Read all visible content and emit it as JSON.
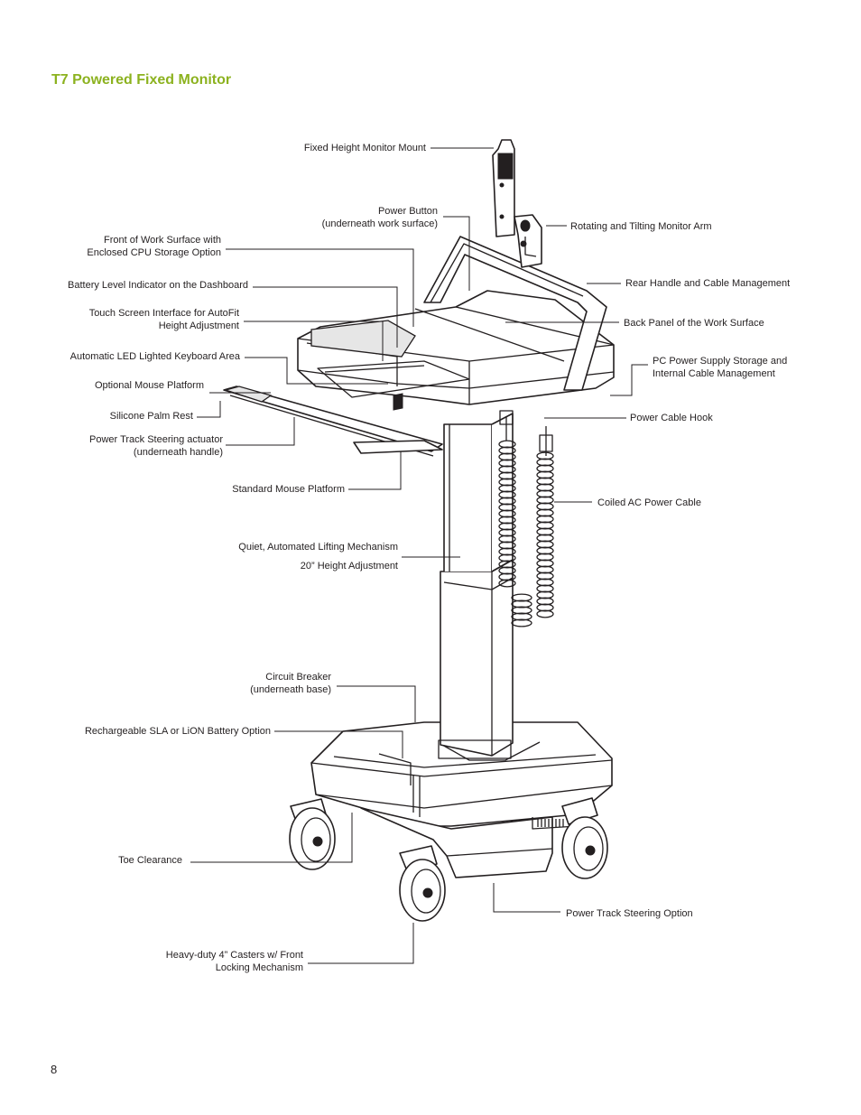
{
  "page": {
    "title": "T7 Powered Fixed Monitor",
    "page_number": "8"
  },
  "callouts": {
    "fixed_height_monitor_mount": "Fixed Height Monitor Mount",
    "power_button_l1": "Power Button",
    "power_button_l2": "(underneath work surface)",
    "rotating_monitor_arm": "Rotating and Tilting Monitor Arm",
    "front_work_surface_l1": "Front of Work Surface with",
    "front_work_surface_l2": "Enclosed CPU Storage Option",
    "rear_handle": "Rear Handle and Cable Management",
    "battery_indicator": "Battery Level Indicator on the Dashboard",
    "touch_screen_l1": "Touch Screen Interface for AutoFit",
    "touch_screen_l2": "Height Adjustment",
    "back_panel": "Back Panel of the Work Surface",
    "led_keyboard": "Automatic LED Lighted Keyboard Area",
    "pc_power_l1": "PC Power Supply Storage and",
    "pc_power_l2": "Internal Cable Management",
    "optional_mouse": "Optional Mouse Platform",
    "silicone_palm_rest": "Silicone Palm Rest",
    "power_cable_hook": "Power Cable Hook",
    "power_track_actuator_l1": "Power Track Steering actuator",
    "power_track_actuator_l2": "(underneath handle)",
    "standard_mouse": "Standard Mouse Platform",
    "coiled_cable": "Coiled AC Power Cable",
    "lifting_mechanism": "Quiet, Automated Lifting Mechanism",
    "height_adjustment": "20” Height Adjustment",
    "circuit_breaker_l1": "Circuit Breaker",
    "circuit_breaker_l2": "(underneath base)",
    "battery_option": "Rechargeable SLA or LiON Battery Option",
    "toe_clearance": "Toe Clearance",
    "power_track_option": "Power Track Steering Option",
    "casters_l1": "Heavy-duty 4” Casters w/ Front",
    "casters_l2": "Locking Mechanism"
  },
  "colors": {
    "title": "#8cb21f",
    "line": "#231f20",
    "background": "#ffffff"
  }
}
